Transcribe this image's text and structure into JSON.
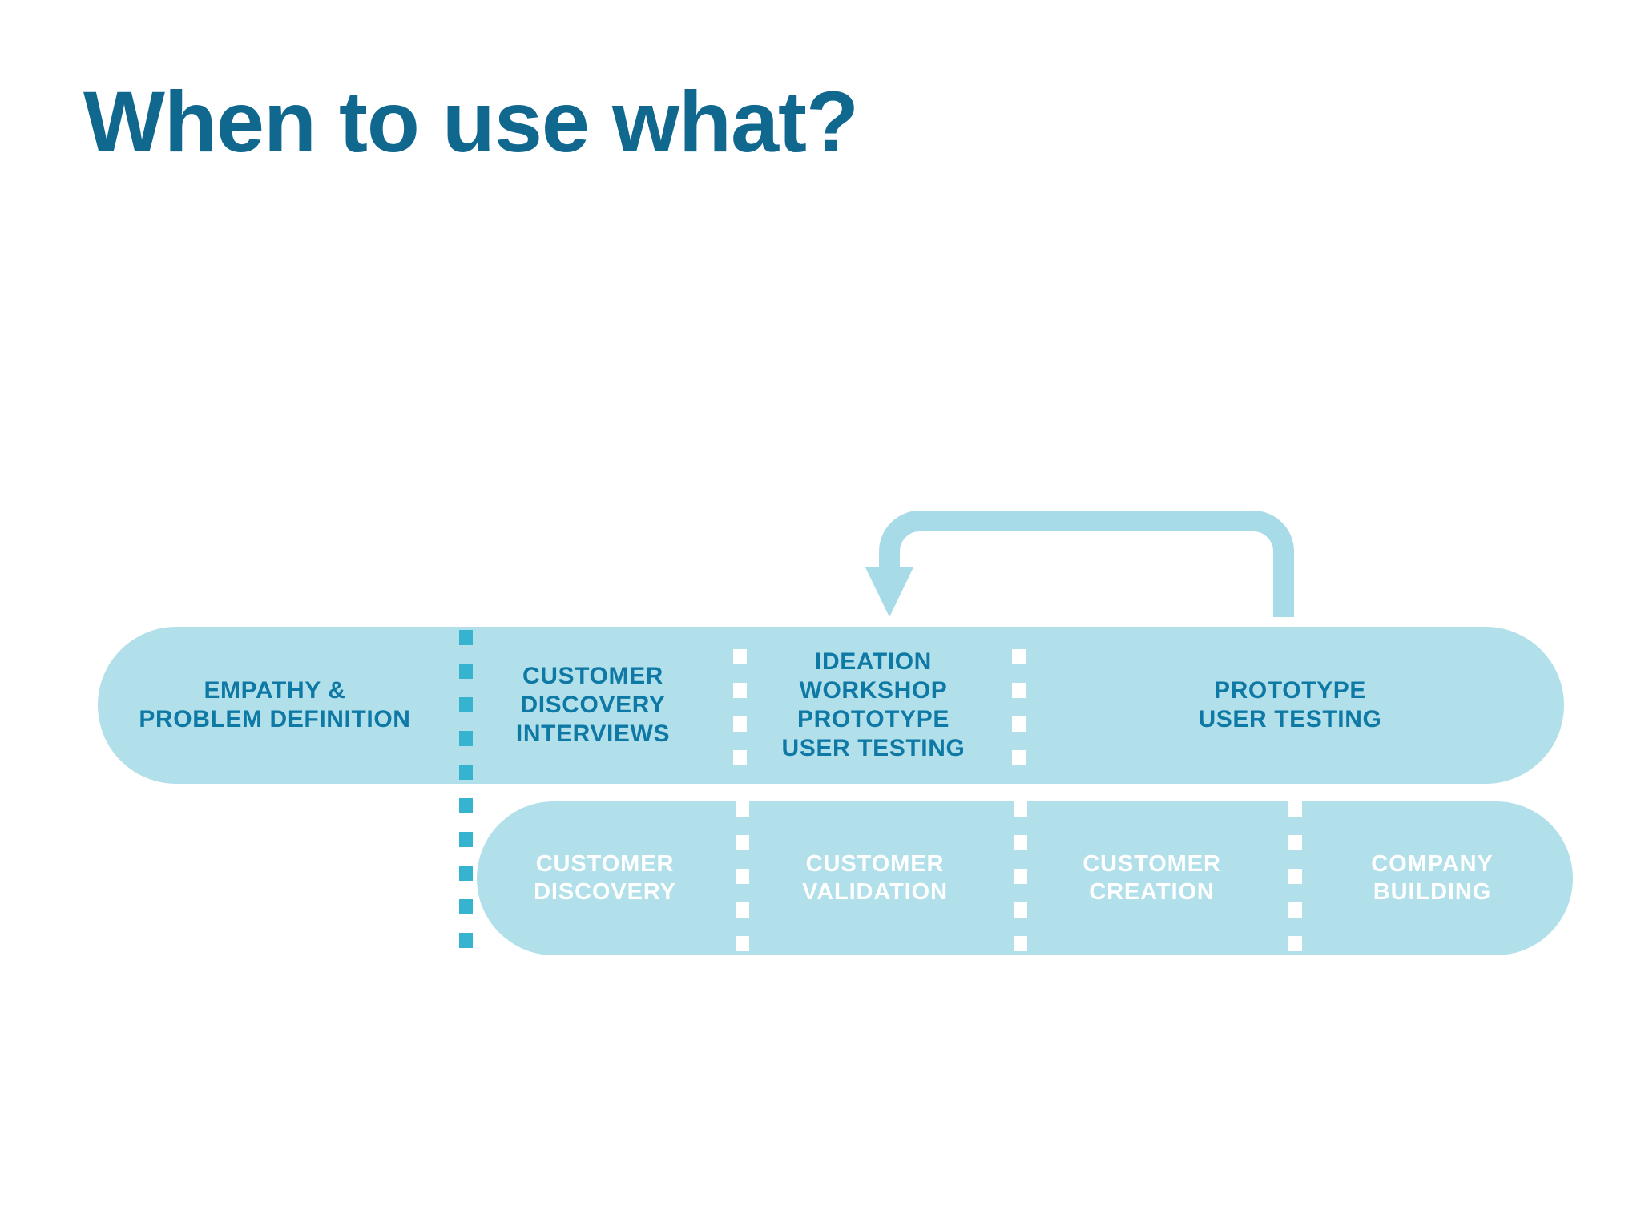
{
  "slide": {
    "title": "When to use what?",
    "background_color": "#ffffff"
  },
  "colors": {
    "title_blue": "#10688f",
    "bar_fill": "#b2e0ea",
    "top_label_blue": "#0f79a5",
    "bottom_label": "#ffffff",
    "teal_dash": "#35b3cf",
    "white_dash": "#ffffff",
    "arrow": "#a8dbe8"
  },
  "diagram": {
    "top_bar": {
      "name": "design-thinking-track",
      "segments": [
        {
          "id": "empathy-problem-definition",
          "lines": [
            "EMPATHY &",
            "PROBLEM DEFINITION"
          ]
        },
        {
          "id": "customer-discovery-interviews",
          "lines": [
            "CUSTOMER",
            "DISCOVERY",
            "INTERVIEWS"
          ]
        },
        {
          "id": "ideation-workshop-prototype-user-testing",
          "lines": [
            "IDEATION",
            "WORKSHOP",
            "PROTOTYPE",
            "USER TESTING"
          ]
        },
        {
          "id": "prototype-user-testing",
          "lines": [
            "PROTOTYPE",
            "USER TESTING"
          ]
        }
      ]
    },
    "bottom_bar": {
      "name": "customer-development-track",
      "segments": [
        {
          "id": "customer-discovery",
          "lines": [
            "CUSTOMER",
            "DISCOVERY"
          ]
        },
        {
          "id": "customer-validation",
          "lines": [
            "CUSTOMER",
            "VALIDATION"
          ]
        },
        {
          "id": "customer-creation",
          "lines": [
            "CUSTOMER",
            "CREATION"
          ]
        },
        {
          "id": "company-building",
          "lines": [
            "COMPANY",
            "BUILDING"
          ]
        }
      ]
    },
    "loop_arrow": {
      "id": "iterate-back-arrow",
      "direction": "right-to-left-then-down"
    },
    "dividers": {
      "main_phase_divider": "teal-dashed",
      "segment_dividers": "white-dashed"
    }
  }
}
